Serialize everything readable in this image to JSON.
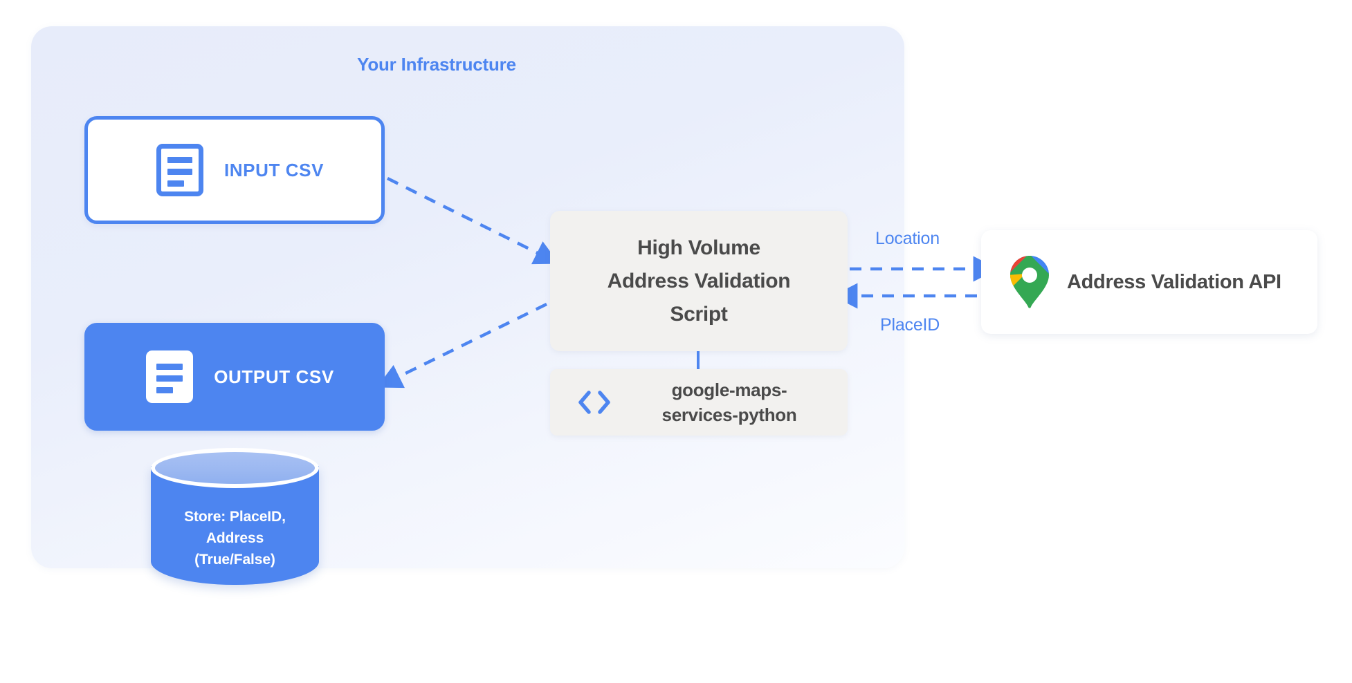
{
  "diagram": {
    "title": "Your Infrastructure",
    "accent_blue": "#4d85f0",
    "panel_bg": "#e8edfb",
    "box_gray": "#f2f1ef",
    "text_dark": "#4a4a4a"
  },
  "nodes": {
    "input_csv": {
      "label": "INPUT CSV",
      "icon": "document-icon",
      "style": "outlined-white"
    },
    "output_csv": {
      "label": "OUTPUT CSV",
      "icon": "document-icon",
      "style": "filled-blue"
    },
    "script": {
      "lines": [
        "High Volume",
        "Address Validation",
        "Script"
      ],
      "style": "gray-card"
    },
    "library": {
      "lines": [
        "google-maps-",
        "services-python"
      ],
      "icon": "code-brackets-icon",
      "style": "gray-card"
    },
    "api": {
      "label": "Address Validation API",
      "icon": "google-maps-pin-icon",
      "style": "white-card"
    },
    "database": {
      "lines": [
        "Store: PlaceID,",
        "Address",
        "(True/False)"
      ],
      "icon": "database-cylinder-icon",
      "style": "filled-blue"
    }
  },
  "edges": [
    {
      "id": "input-to-script",
      "from": "input_csv",
      "to": "script",
      "style": "dashed-arrow",
      "label": ""
    },
    {
      "id": "script-to-output",
      "from": "script",
      "to": "output_csv",
      "style": "dashed-arrow",
      "label": ""
    },
    {
      "id": "script-to-api",
      "from": "script",
      "to": "api",
      "style": "dashed-arrow",
      "label": "Location"
    },
    {
      "id": "api-to-script",
      "from": "api",
      "to": "script",
      "style": "dashed-arrow",
      "label": "PlaceID"
    },
    {
      "id": "script-to-library",
      "from": "script",
      "to": "library",
      "style": "solid-line",
      "label": ""
    }
  ],
  "edge_labels": {
    "location": "Location",
    "placeid": "PlaceID"
  }
}
